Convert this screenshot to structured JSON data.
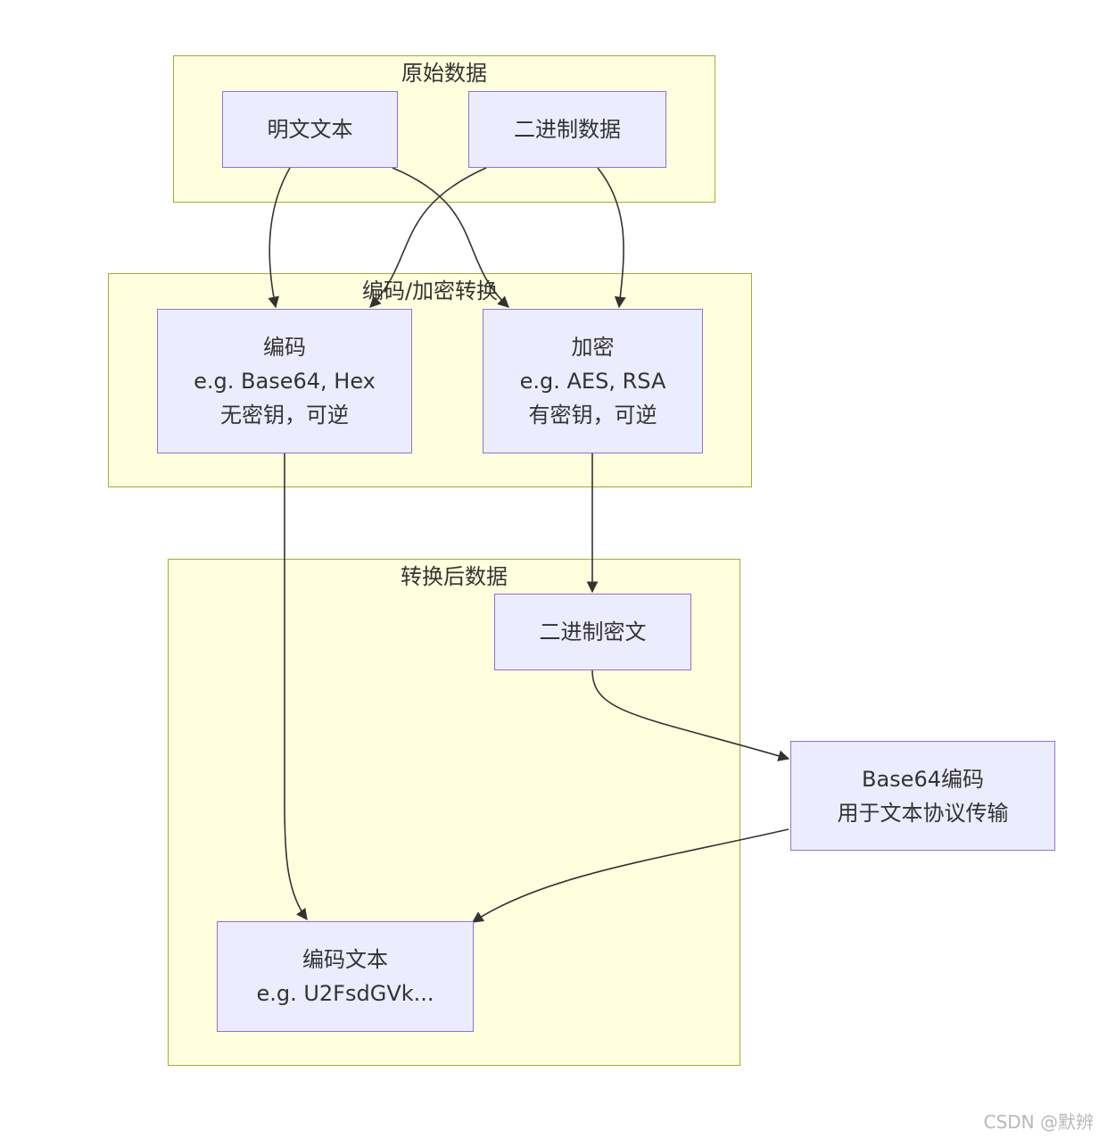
{
  "clusters": {
    "raw": "原始数据",
    "transform": "编码/加密转换",
    "result": "转换后数据"
  },
  "nodes": {
    "plaintext": [
      "明文文本"
    ],
    "binary": [
      "二进制数据"
    ],
    "encode": [
      "编码",
      "e.g. Base64, Hex",
      "无密钥，可逆"
    ],
    "encrypt": [
      "加密",
      "e.g. AES, RSA",
      "有密钥，可逆"
    ],
    "cipher": [
      "二进制密文"
    ],
    "base64": [
      "Base64编码",
      "用于文本协议传输"
    ],
    "encoded_text": [
      "编码文本",
      "e.g. U2FsdGVk..."
    ]
  },
  "watermark": "CSDN @默辨",
  "colors": {
    "cluster_fill": "#ffffde",
    "cluster_border": "#aaaa33",
    "node_fill": "#ececff",
    "node_border": "#9370db",
    "edge": "#333333"
  }
}
